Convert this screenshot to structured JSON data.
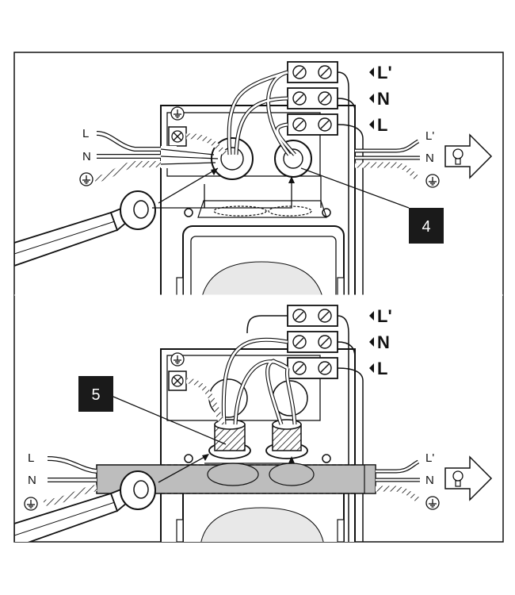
{
  "panels": [
    {
      "terminal_labels": [
        "L'",
        "N",
        "L"
      ],
      "left_wire_labels": [
        "L",
        "N"
      ],
      "right_wire_labels": [
        "L'",
        "N"
      ],
      "callout": "4",
      "icons": [
        "earth-icon",
        "terminal-screw-icon",
        "screwdriver-icon",
        "lamp-arrow-icon"
      ]
    },
    {
      "terminal_labels": [
        "L'",
        "N",
        "L"
      ],
      "left_wire_labels": [
        "L",
        "N"
      ],
      "right_wire_labels": [
        "L'",
        "N"
      ],
      "callout": "5",
      "icons": [
        "earth-icon",
        "terminal-screw-icon",
        "screwdriver-icon",
        "lamp-arrow-icon"
      ]
    }
  ],
  "colors": {
    "line": "#111111",
    "badge": "#1a1a1a",
    "cable_fill": "#bdbdbd",
    "lens": "#e8e8e8"
  }
}
